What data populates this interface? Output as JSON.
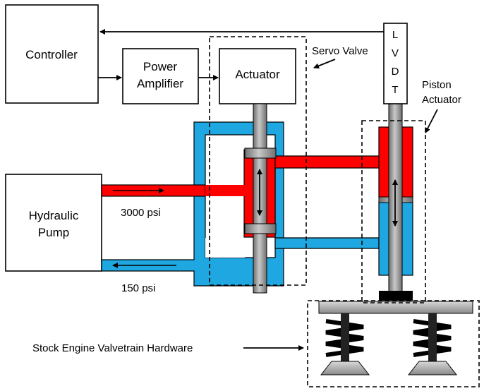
{
  "components": {
    "controller": "Controller",
    "power_amplifier_line1": "Power",
    "power_amplifier_line2": "Amplifier",
    "actuator": "Actuator",
    "hydraulic_pump_line1": "Hydraulic",
    "hydraulic_pump_line2": "Pump",
    "lvdt_letters": [
      "L",
      "V",
      "D",
      "T"
    ]
  },
  "annotations": {
    "servo_valve": "Servo Valve",
    "piston_actuator_line1": "Piston",
    "piston_actuator_line2": "Actuator",
    "supply_pressure": "3000 psi",
    "return_pressure": "150 psi",
    "valvetrain": "Stock Engine Valvetrain Hardware"
  },
  "colors": {
    "high_pressure": "#ff0000",
    "low_pressure": "#1ea7e1",
    "rod": "#8c8c8c",
    "outline": "#000000"
  }
}
